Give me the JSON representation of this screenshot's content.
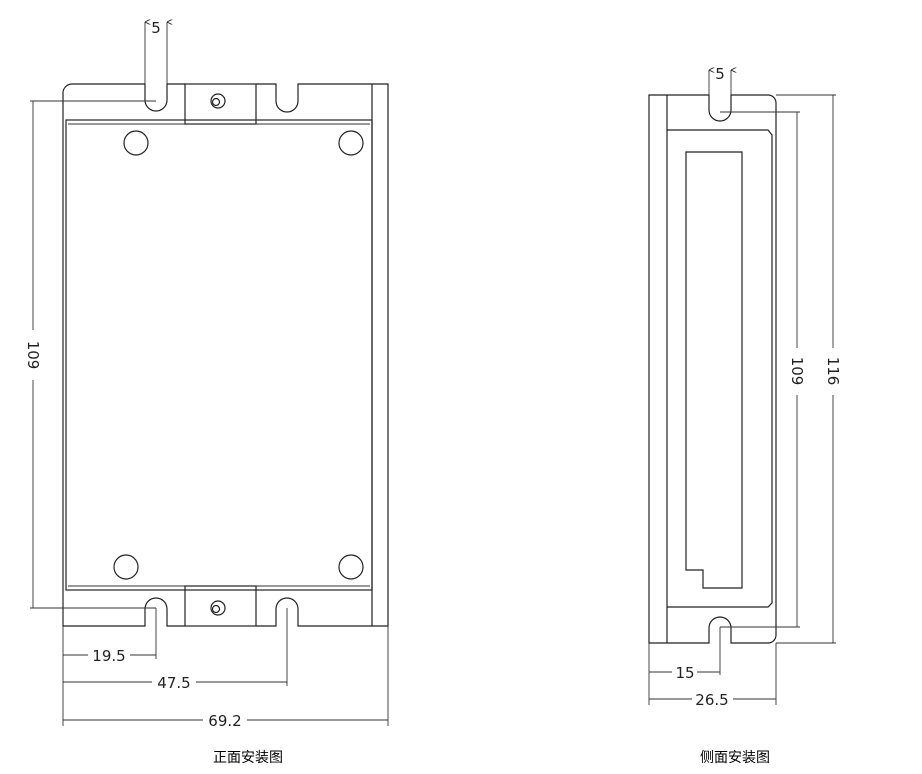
{
  "front_view": {
    "caption": "正面安装图",
    "dims": {
      "slot_width": "5",
      "hole_pitch": "109",
      "slot1_offset": "19.5",
      "slot2_offset": "47.5",
      "total_width": "69.2"
    }
  },
  "side_view": {
    "caption": "侧面安装图",
    "dims": {
      "slot_width": "5",
      "hole_pitch": "109",
      "total_height": "116",
      "slot_offset": "15",
      "total_depth": "26.5"
    }
  }
}
